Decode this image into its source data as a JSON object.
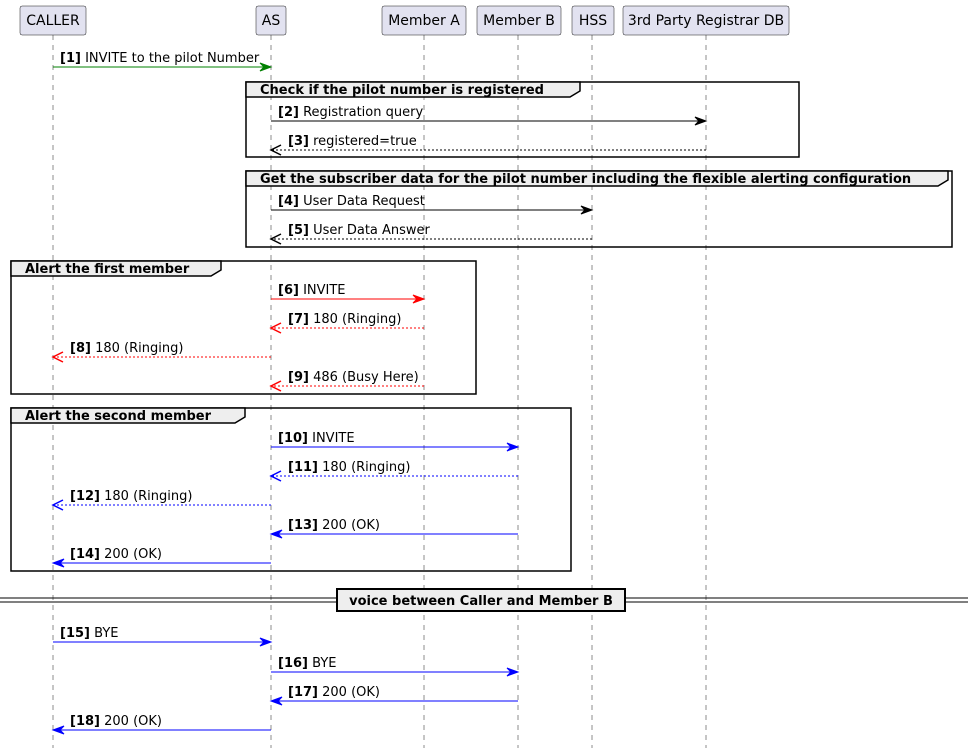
{
  "participants": [
    {
      "id": "caller",
      "label": "CALLER"
    },
    {
      "id": "as",
      "label": "AS"
    },
    {
      "id": "memberA",
      "label": "Member A"
    },
    {
      "id": "memberB",
      "label": "Member B"
    },
    {
      "id": "hss",
      "label": "HSS"
    },
    {
      "id": "registrar",
      "label": "3rd Party Registrar DB"
    }
  ],
  "colors": {
    "green": "#008000",
    "black": "#000000",
    "red": "#ff0000",
    "blue": "#0000ff"
  },
  "frames": [
    {
      "title": "Check if the pilot number is registered"
    },
    {
      "title": "Get the subscriber data for the pilot number including the flexible alerting configuration"
    },
    {
      "title": "Alert the first member"
    },
    {
      "title": "Alert the second member"
    }
  ],
  "divider": {
    "label": "voice between Caller and Member B"
  },
  "messages": [
    {
      "num": "[1]",
      "text": "INVITE to the pilot Number",
      "from": "caller",
      "to": "as",
      "style": "solid",
      "color": "green"
    },
    {
      "num": "[2]",
      "text": "Registration query",
      "from": "as",
      "to": "registrar",
      "style": "solid",
      "color": "black"
    },
    {
      "num": "[3]",
      "text": "registered=true",
      "from": "registrar",
      "to": "as",
      "style": "dashed",
      "color": "black"
    },
    {
      "num": "[4]",
      "text": "User Data Request",
      "from": "as",
      "to": "hss",
      "style": "solid",
      "color": "black"
    },
    {
      "num": "[5]",
      "text": "User Data Answer",
      "from": "hss",
      "to": "as",
      "style": "dashed",
      "color": "black"
    },
    {
      "num": "[6]",
      "text": "INVITE",
      "from": "as",
      "to": "memberA",
      "style": "solid",
      "color": "red"
    },
    {
      "num": "[7]",
      "text": "180 (Ringing)",
      "from": "memberA",
      "to": "as",
      "style": "dashed",
      "color": "red"
    },
    {
      "num": "[8]",
      "text": "180 (Ringing)",
      "from": "as",
      "to": "caller",
      "style": "dashed",
      "color": "red"
    },
    {
      "num": "[9]",
      "text": "486 (Busy Here)",
      "from": "memberA",
      "to": "as",
      "style": "dashed",
      "color": "red"
    },
    {
      "num": "[10]",
      "text": "INVITE",
      "from": "as",
      "to": "memberB",
      "style": "solid",
      "color": "blue"
    },
    {
      "num": "[11]",
      "text": "180 (Ringing)",
      "from": "memberB",
      "to": "as",
      "style": "dashed",
      "color": "blue"
    },
    {
      "num": "[12]",
      "text": "180 (Ringing)",
      "from": "as",
      "to": "caller",
      "style": "dashed",
      "color": "blue"
    },
    {
      "num": "[13]",
      "text": "200 (OK)",
      "from": "memberB",
      "to": "as",
      "style": "solid",
      "color": "blue"
    },
    {
      "num": "[14]",
      "text": "200 (OK)",
      "from": "as",
      "to": "caller",
      "style": "solid",
      "color": "blue"
    },
    {
      "num": "[15]",
      "text": "BYE",
      "from": "caller",
      "to": "as",
      "style": "solid",
      "color": "blue"
    },
    {
      "num": "[16]",
      "text": "BYE",
      "from": "as",
      "to": "memberB",
      "style": "solid",
      "color": "blue"
    },
    {
      "num": "[17]",
      "text": "200 (OK)",
      "from": "memberB",
      "to": "as",
      "style": "solid",
      "color": "blue"
    },
    {
      "num": "[18]",
      "text": "200 (OK)",
      "from": "as",
      "to": "caller",
      "style": "solid",
      "color": "blue"
    }
  ]
}
